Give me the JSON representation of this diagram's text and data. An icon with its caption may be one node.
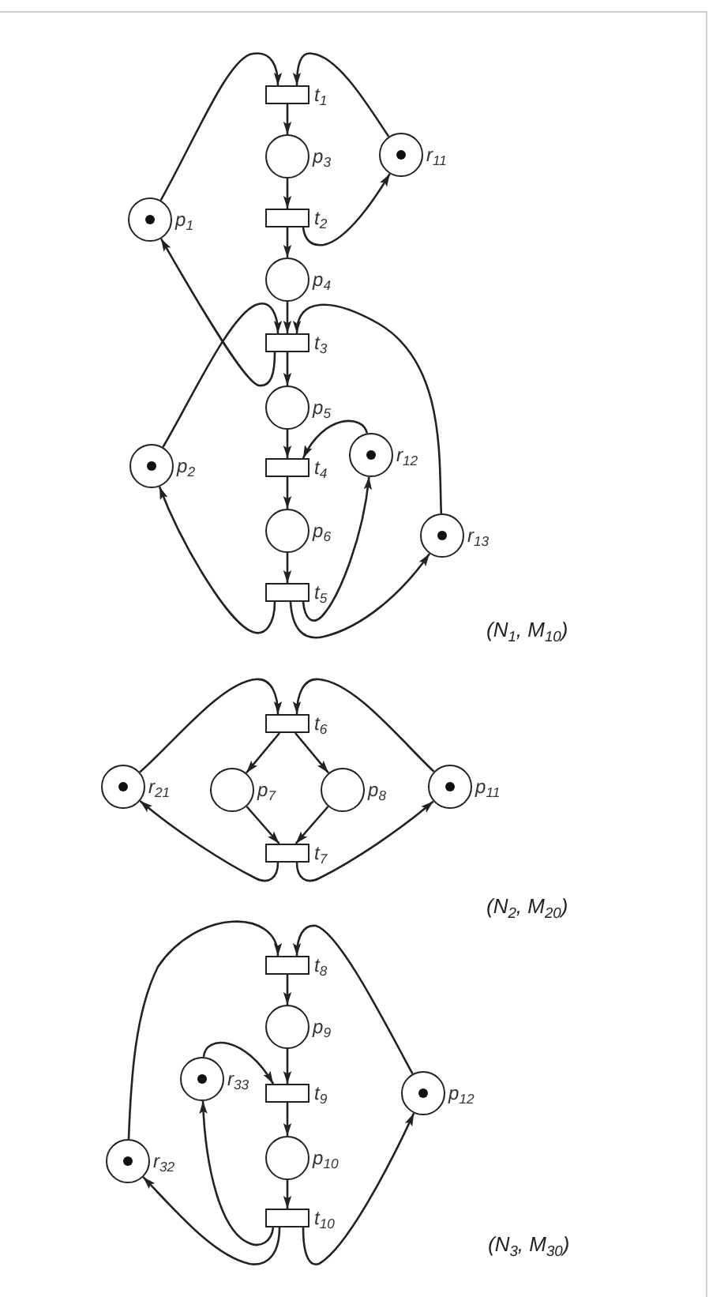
{
  "diagram": {
    "nodes": [
      {
        "text": [],
        "shape": "box",
        "beside": [
          "t$_{1}$"
        ]
      },
      {
        "text": [],
        "shape": "circle",
        "beside": [
          "p$_{3}$"
        ]
      },
      {
        "text": [],
        "shape": "circle",
        "beside": [
          "r$_{11}$"
        ]
      },
      {
        "text": [],
        "shape": "circle",
        "beside": [
          "p$_{1}$"
        ]
      },
      {
        "text": [],
        "shape": "box",
        "beside": [
          "t$_{2}$"
        ]
      },
      {
        "text": [],
        "shape": "circle",
        "beside": [
          "p$_{4}$"
        ]
      },
      {
        "text": [],
        "shape": "box",
        "beside": [
          "t$_{3}$"
        ]
      },
      {
        "text": [],
        "shape": "circle",
        "beside": [
          "p$_{5}$"
        ]
      },
      {
        "text": [],
        "shape": "circle",
        "beside": [
          "p$_{2}$"
        ]
      },
      {
        "text": [],
        "shape": "box",
        "beside": [
          "t$_{4}$"
        ]
      },
      {
        "text": [],
        "shape": "circle",
        "beside": [
          "r$_{12}$"
        ]
      },
      {
        "text": [],
        "shape": "circle",
        "beside": [
          "p$_{6}$"
        ]
      },
      {
        "text": [],
        "shape": "circle",
        "beside": [
          "r$_{13}$"
        ]
      },
      {
        "text": [],
        "shape": "box",
        "beside": [
          "t$_{5}$"
        ]
      },
      {
        "text": [],
        "shape": "box",
        "beside": [
          "t$_{6}$"
        ]
      },
      {
        "text": [],
        "shape": "circle",
        "beside": [
          "r$_{21}$"
        ]
      },
      {
        "text": [],
        "shape": "circle",
        "beside": [
          "p$_{7}$"
        ]
      },
      {
        "text": [],
        "shape": "circle",
        "beside": [
          "p$_{8}$"
        ]
      },
      {
        "text": [],
        "shape": "circle",
        "beside": [
          "p$_{11}$"
        ]
      },
      {
        "text": [],
        "shape": "box",
        "beside": [
          "t$_{7}$"
        ]
      },
      {
        "text": [],
        "shape": "box",
        "beside": [
          "t$_{8}$"
        ]
      },
      {
        "text": [],
        "shape": "circle",
        "beside": [
          "p$_{9}$"
        ]
      },
      {
        "text": [],
        "shape": "circle",
        "beside": [
          "r$_{33}$"
        ]
      },
      {
        "text": [],
        "shape": "box",
        "beside": [
          "t$_{9}$"
        ]
      },
      {
        "text": [],
        "shape": "circle",
        "beside": [
          "p$_{12}$"
        ]
      },
      {
        "text": [],
        "shape": "circle",
        "beside": [
          "p$_{10}$"
        ]
      },
      {
        "text": [],
        "shape": "circle",
        "beside": [
          "r$_{32}$"
        ]
      },
      {
        "text": [],
        "shape": "box",
        "beside": [
          "t$_{10}$"
        ]
      }
    ],
    "edges": [
      {
        "from": 3,
        "to": 0,
        "arrow": "to"
      },
      {
        "from": 2,
        "to": 0,
        "arrow": "to"
      },
      {
        "from": 0,
        "to": 1,
        "arrow": "to"
      },
      {
        "from": 1,
        "to": 4,
        "arrow": "to"
      },
      {
        "from": 4,
        "to": 2,
        "arrow": "to"
      },
      {
        "from": 4,
        "to": 5,
        "arrow": "to"
      },
      {
        "from": 5,
        "to": 6,
        "arrow": "to"
      },
      {
        "from": 6,
        "to": 3,
        "arrow": "to"
      },
      {
        "from": 8,
        "to": 6,
        "arrow": "to"
      },
      {
        "from": 12,
        "to": 6,
        "arrow": "to"
      },
      {
        "from": 6,
        "to": 7,
        "arrow": "to"
      },
      {
        "from": 7,
        "to": 9,
        "arrow": "to"
      },
      {
        "from": 10,
        "to": 9,
        "arrow": "to"
      },
      {
        "from": 9,
        "to": 11,
        "arrow": "to"
      },
      {
        "from": 11,
        "to": 13,
        "arrow": "to"
      },
      {
        "from": 13,
        "to": 8,
        "arrow": "to"
      },
      {
        "from": 13,
        "to": 10,
        "arrow": "to"
      },
      {
        "from": 13,
        "to": 12,
        "arrow": "to"
      },
      {
        "from": 15,
        "to": 14,
        "arrow": "to"
      },
      {
        "from": 18,
        "to": 14,
        "arrow": "to"
      },
      {
        "from": 14,
        "to": 16,
        "arrow": "to"
      },
      {
        "from": 14,
        "to": 17,
        "arrow": "to"
      },
      {
        "from": 16,
        "to": 19,
        "arrow": "to"
      },
      {
        "from": 17,
        "to": 19,
        "arrow": "to"
      },
      {
        "from": 19,
        "to": 15,
        "arrow": "to"
      },
      {
        "from": 19,
        "to": 18,
        "arrow": "to"
      },
      {
        "from": 26,
        "to": 20,
        "arrow": "to"
      },
      {
        "from": 24,
        "to": 20,
        "arrow": "to"
      },
      {
        "from": 20,
        "to": 21,
        "arrow": "to"
      },
      {
        "from": 21,
        "to": 23,
        "arrow": "to"
      },
      {
        "from": 22,
        "to": 23,
        "arrow": "to"
      },
      {
        "from": 23,
        "to": 25,
        "arrow": "to"
      },
      {
        "from": 25,
        "to": 27,
        "arrow": "to"
      },
      {
        "from": 27,
        "to": 26,
        "arrow": "to"
      },
      {
        "from": 27,
        "to": 22,
        "arrow": "to"
      },
      {
        "from": 27,
        "to": 24,
        "arrow": "to"
      }
    ],
    "labels": [
      "(N$_{1}$, M$_{10}$)",
      "(N$_{2}$, M$_{20}$)",
      "(N$_{3}$, M$_{30}$)"
    ]
  }
}
